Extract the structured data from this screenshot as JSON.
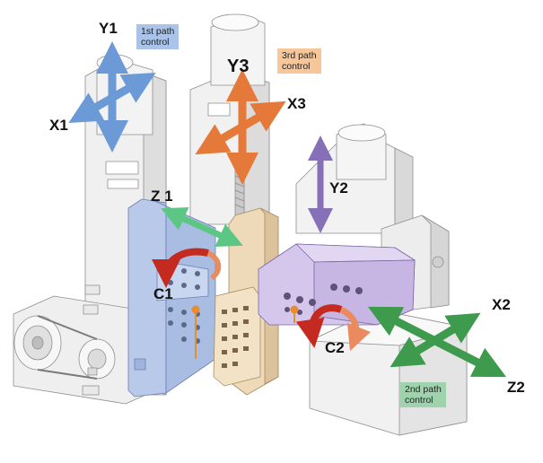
{
  "labels": {
    "y1": "Y1",
    "x1": "X1",
    "y3": "Y3",
    "x3": "X3",
    "z1": "Z 1",
    "y2": "Y2",
    "c1": "C1",
    "c2": "C2",
    "x2": "X2",
    "z2": "Z2"
  },
  "tags": {
    "path1": [
      "1st path",
      "control"
    ],
    "path3": [
      "3rd path",
      "control"
    ],
    "path2": [
      "2nd path",
      "control"
    ]
  },
  "colors": {
    "path1_blue": "#6b9ad6",
    "path3_orange": "#e5793a",
    "path2_green": "#3e9a4c",
    "y2_purple": "#8670b8",
    "rotation_red": "#c42a20",
    "machine_gray": "#e9e9e9",
    "slide_blue": "#b9c9ea",
    "slide_tan": "#eed9b8",
    "slide_purple": "#d5c7ec"
  }
}
